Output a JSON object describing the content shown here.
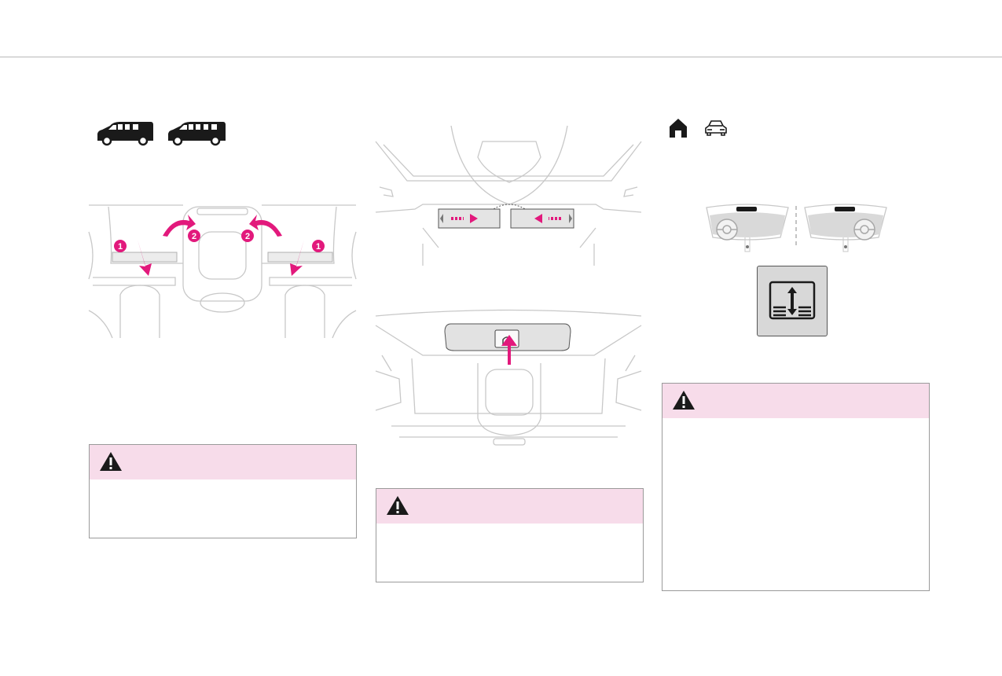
{
  "page": {
    "background": "#ffffff",
    "accent": "#e2197c",
    "warning_banner": "#f7dcea",
    "line_art": "#c8c8c8"
  },
  "col1": {
    "vehicle_icons": [
      "short-van-icon",
      "long-van-icon"
    ],
    "illustration": {
      "callouts": [
        "1",
        "2",
        "2",
        "1"
      ]
    },
    "warning": {
      "icon": "warning-triangle-icon"
    }
  },
  "col2": {
    "illustrations": [
      "sun-visor-slide-illustration",
      "mirror-stow-illustration"
    ],
    "warning": {
      "icon": "warning-triangle-icon"
    }
  },
  "col3": {
    "mode_icons": [
      "home-icon",
      "car-icon"
    ],
    "illustrations": [
      "lhd-mirror-illustration",
      "rhd-mirror-illustration"
    ],
    "control_icon": "mirror-adjust-icon",
    "warning": {
      "icon": "warning-triangle-icon"
    }
  }
}
